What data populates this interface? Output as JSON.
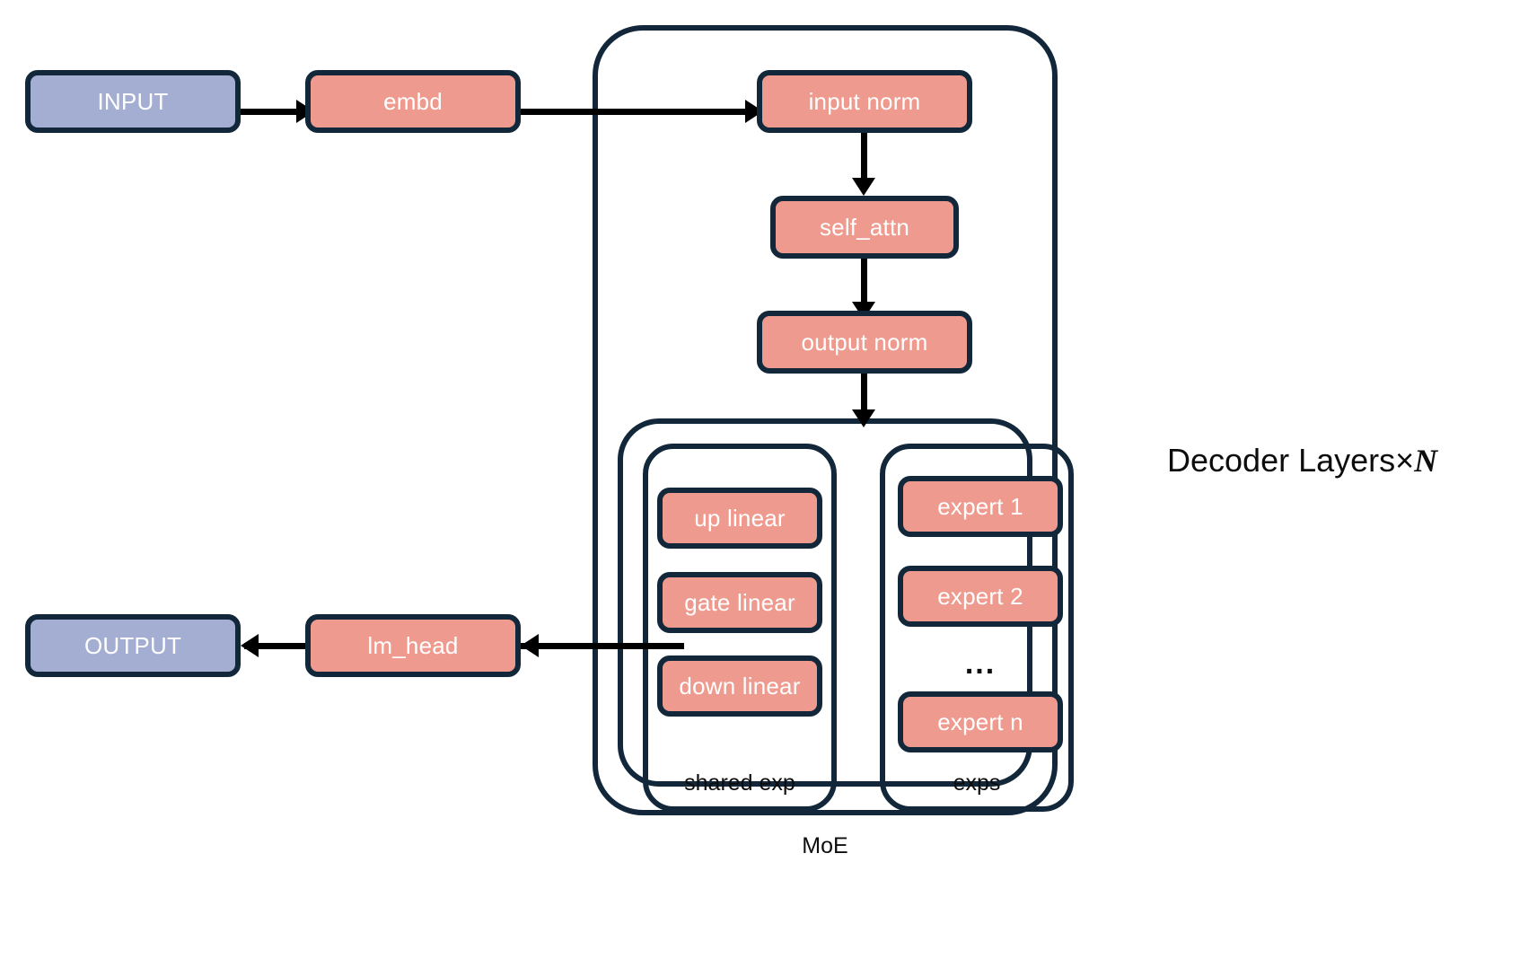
{
  "diagram": {
    "title_caption": "Decoder Layers×",
    "title_variable": "N",
    "colors": {
      "stroke": "#12283a",
      "salmon": "#ef9a8e",
      "blue": "#a3aed2",
      "edge": "#000000",
      "label_text": "#0d0d0d",
      "node_text": "#ffffff",
      "background": "#ffffff"
    },
    "nodes": {
      "input": "INPUT",
      "embd": "embd",
      "input_norm": "input norm",
      "self_attn": "self_attn",
      "output_norm": "output norm",
      "up_linear": "up linear",
      "gate_linear": "gate linear",
      "down_linear": "down linear",
      "expert_1": "expert 1",
      "expert_2": "expert 2",
      "expert_n": "expert n",
      "lm_head": "lm_head",
      "output": "OUTPUT"
    },
    "groups": {
      "shared_exp": "shared exp",
      "exps": "exps",
      "moe": "MoE"
    },
    "ellipsis": "..."
  }
}
